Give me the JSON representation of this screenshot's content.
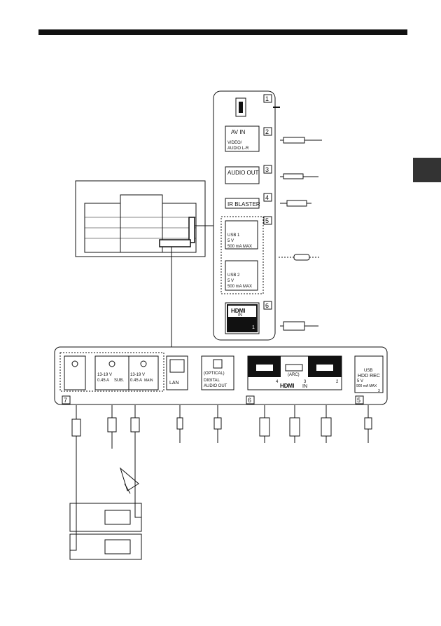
{
  "side_panel": {
    "av_in": {
      "title": "AV IN",
      "sub": "VIDEO/",
      "sub2": "AUDIO L-R",
      "number": "2"
    },
    "audio_out": {
      "title": "AUDIO OUT",
      "number": "3"
    },
    "ir_blaster": {
      "title": "IR BLASTER",
      "number": "4"
    },
    "usb1": {
      "title": "USB 1",
      "volt": "5 V",
      "amp": "500 mA MAX",
      "number": "5"
    },
    "usb2": {
      "title": "USB 2",
      "volt": "5 V",
      "amp": "500 mA MAX"
    },
    "hdmi1": {
      "logo": "HDMI",
      "in": "IN",
      "port": "1",
      "number": "6"
    },
    "top_number": "1"
  },
  "bottom_panel": {
    "sat_sub": {
      "volt": "13-19 V",
      "amp": "0.45 A",
      "tag": "SUB."
    },
    "sat_main": {
      "volt": "13-19 V",
      "amp": "0.45 A",
      "tag": "MAIN"
    },
    "lan": {
      "label": "LAN"
    },
    "optical": {
      "tag": "(OPTICAL)",
      "line1": "DIGITAL",
      "line2": "AUDIO OUT"
    },
    "hdmi": {
      "port4": "4",
      "arc": "(ARC)",
      "port3": "3",
      "port2": "2",
      "in_label": "IN",
      "logo": "HDMI"
    },
    "usb3": {
      "title": "USB",
      "sub": "HDD REC",
      "volt": "5 V",
      "amp": "900 mA MAX",
      "port": "3"
    },
    "numbers": {
      "n7": "7",
      "n6": "6",
      "n5": "5"
    }
  }
}
